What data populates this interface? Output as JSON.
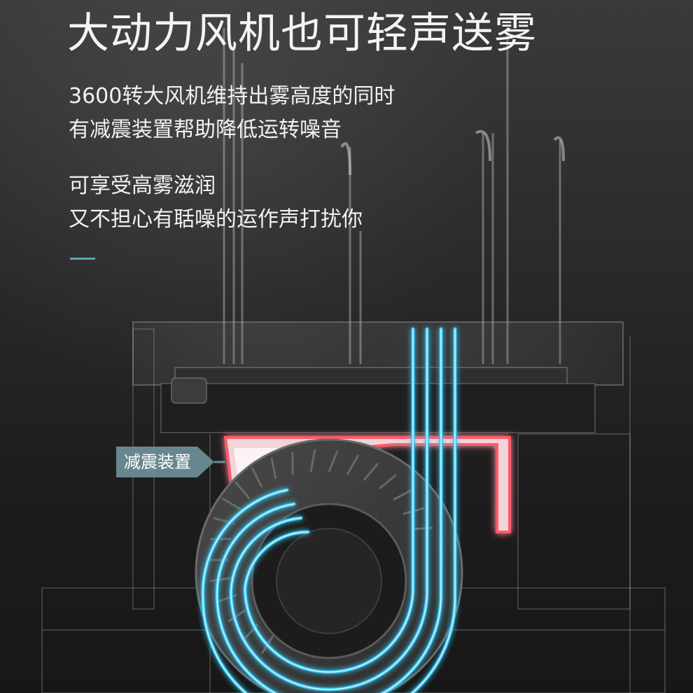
{
  "headline": "大动力风机也可轻声送雾",
  "paragraph1": {
    "line1": "3600转大风机维持出雾高度的同时",
    "line2": "有减震装置帮助降低运转噪音"
  },
  "paragraph2": {
    "line1": "可享受高雾滋润",
    "line2": "又不担心有聒噪的运作声打扰你"
  },
  "callout_label": "减震装置",
  "colors": {
    "accent_line": "#5aa6b9",
    "label_bg": "#6f8f97",
    "airflow": "#38c8f2",
    "damper": "#ff6b78"
  }
}
